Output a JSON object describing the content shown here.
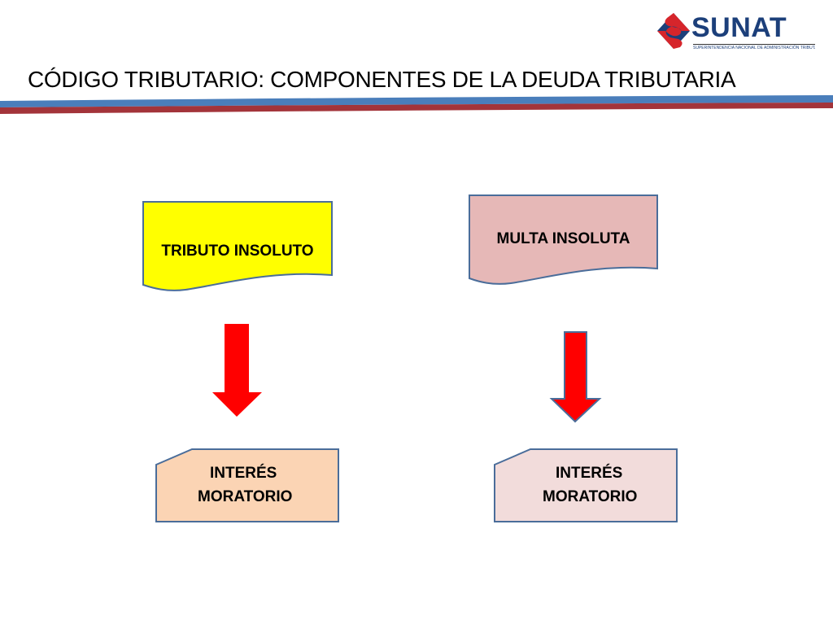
{
  "header": {
    "title": "CÓDIGO TRIBUTARIO: COMPONENTES DE LA DEUDA TRIBUTARIA",
    "band_colors": {
      "blue": "#4a7ebb",
      "red": "#a3343a"
    }
  },
  "logo": {
    "word": "SUNAT",
    "subtitle": "SUPERINTENDENCIA NACIONAL DE ADMINISTRACIÓN TRIBUTARIA",
    "icon": "sunat-diamond-logo-icon",
    "colors": {
      "navy": "#1c3f7a",
      "red": "#d6252b"
    }
  },
  "diagram": {
    "nodes": [
      {
        "id": "tributo-insoluto",
        "label": "TRIBUTO INSOLUTO",
        "shape": "document",
        "fill": "#ffff00",
        "stroke": "#4a6d9a"
      },
      {
        "id": "multa-insoluta",
        "label": "MULTA INSOLUTA",
        "shape": "document",
        "fill": "#e6b8b7",
        "stroke": "#4a6d9a"
      },
      {
        "id": "interes-moratorio-1",
        "label_line1": "INTERÉS",
        "label_line2": "MORATORIO",
        "shape": "card",
        "fill": "#fbd4b4",
        "stroke": "#4a6d9a"
      },
      {
        "id": "interes-moratorio-2",
        "label_line1": "INTERÉS",
        "label_line2": "MORATORIO",
        "shape": "card",
        "fill": "#f2dcdb",
        "stroke": "#4a6d9a"
      }
    ],
    "edges": [
      {
        "from": "tributo-insoluto",
        "to": "interes-moratorio-1",
        "color": "#ff0000"
      },
      {
        "from": "multa-insoluta",
        "to": "interes-moratorio-2",
        "color": "#ff0000"
      }
    ]
  }
}
